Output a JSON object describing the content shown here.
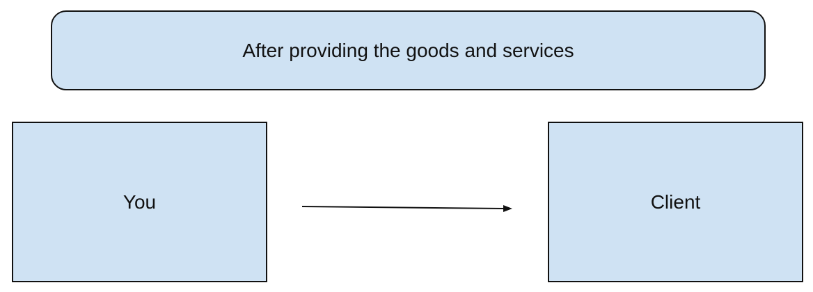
{
  "banner": {
    "text": "After providing the goods and services"
  },
  "nodes": {
    "left": "You",
    "right": "Client"
  },
  "colors": {
    "box_fill": "#cfe2f3",
    "stroke": "#111111"
  }
}
